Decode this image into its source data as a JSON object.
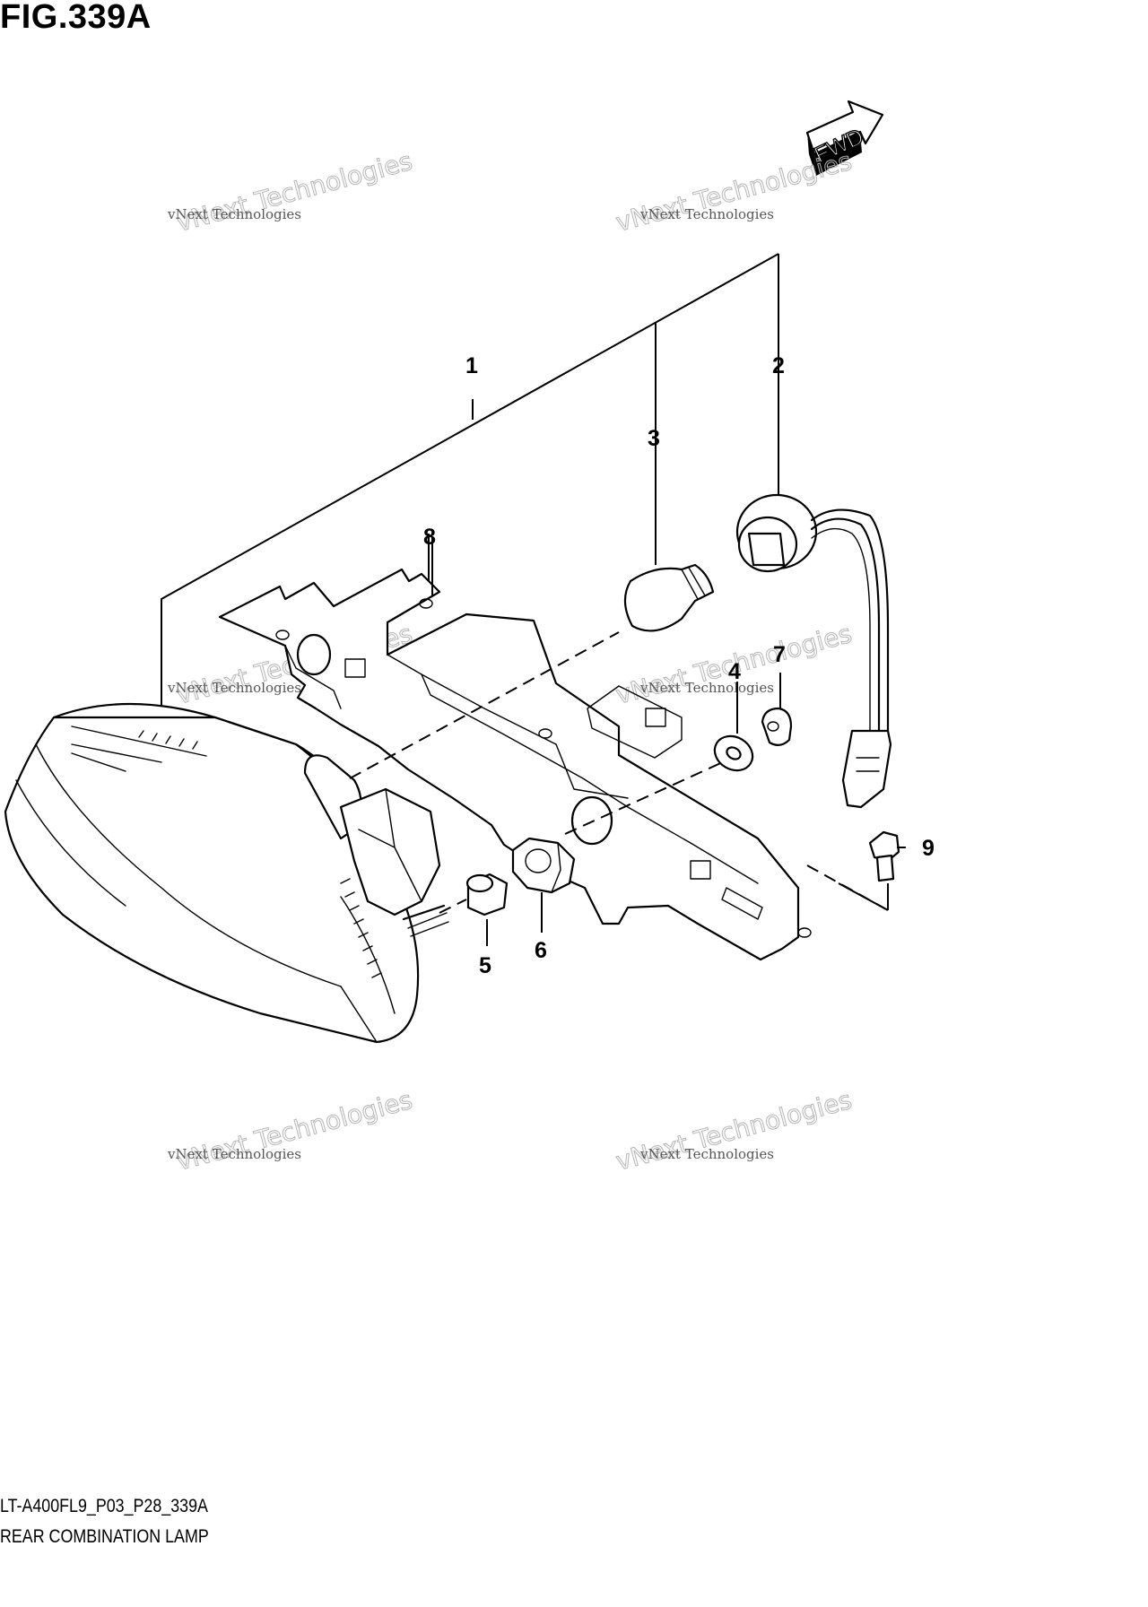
{
  "figure": {
    "title": "FIG.339A",
    "direction_label": "FWD",
    "model_code": "LT-A400FL9_P03_P28_339A",
    "section_title": "REAR COMBINATION LAMP"
  },
  "callouts": [
    "1",
    "2",
    "3",
    "4",
    "5",
    "6",
    "7",
    "8",
    "9"
  ],
  "watermarks": [
    {
      "big": "vNext Technologies",
      "small": "vNext Technologies"
    },
    {
      "big": "vNext Technologies",
      "small": "vNext Technologies"
    },
    {
      "big": "vNext Technologies",
      "small": "vNext Technologies"
    },
    {
      "big": "vNext Technologies",
      "small": "vNext Technologies"
    },
    {
      "big": "vNext Technologies",
      "small": "vNext Technologies"
    }
  ],
  "colors": {
    "line": "#000000",
    "background": "#ffffff",
    "watermark": "#b5b5b5"
  }
}
